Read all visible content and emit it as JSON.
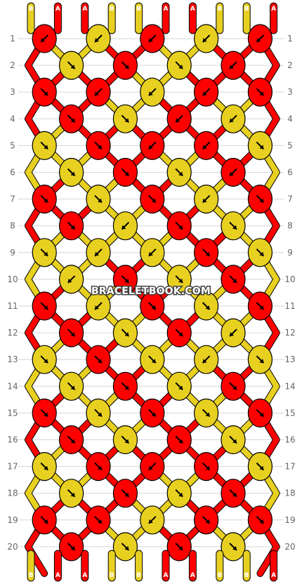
{
  "watermark": "BRACELETBOOK.COM",
  "colors": {
    "A": "#ff0000",
    "B": "#e8d020",
    "outline": "#000000",
    "grid": "#d6d6d6",
    "label": "#666666"
  },
  "top_threads": [
    "B",
    "A",
    "A",
    "B",
    "B",
    "A",
    "A",
    "B",
    "B",
    "A"
  ],
  "bottom_threads": [
    "B",
    "A",
    "A",
    "B",
    "B",
    "A",
    "A",
    "B",
    "B",
    "A"
  ],
  "row_labels": [
    "1",
    "2",
    "3",
    "4",
    "5",
    "6",
    "7",
    "8",
    "9",
    "10",
    "11",
    "12",
    "13",
    "14",
    "15",
    "16",
    "17",
    "18",
    "19",
    "20"
  ],
  "knots": [
    [
      {
        "c": "A",
        "d": "SW"
      },
      {
        "c": "B",
        "d": "SW"
      },
      {
        "c": "A",
        "d": "SW"
      },
      {
        "c": "B",
        "d": "SW"
      },
      {
        "c": "A",
        "d": "SW"
      }
    ],
    [
      {
        "c": "B",
        "d": "SE"
      },
      {
        "c": "A",
        "d": "SE"
      },
      {
        "c": "B",
        "d": "SE"
      },
      {
        "c": "A",
        "d": "SW"
      }
    ],
    [
      {
        "c": "A",
        "d": "SE"
      },
      {
        "c": "A",
        "d": "SW"
      },
      {
        "c": "B",
        "d": "SW"
      },
      {
        "c": "A",
        "d": "SW"
      },
      {
        "c": "A",
        "d": "SE"
      }
    ],
    [
      {
        "c": "A",
        "d": "SE"
      },
      {
        "c": "B",
        "d": "SE"
      },
      {
        "c": "A",
        "d": "SW"
      },
      {
        "c": "B",
        "d": "SW"
      }
    ],
    [
      {
        "c": "B",
        "d": "SE"
      },
      {
        "c": "A",
        "d": "SE"
      },
      {
        "c": "A",
        "d": "SW"
      },
      {
        "c": "A",
        "d": "SW"
      },
      {
        "c": "B",
        "d": "SE"
      }
    ],
    [
      {
        "c": "B",
        "d": "SE"
      },
      {
        "c": "A",
        "d": "SE"
      },
      {
        "c": "B",
        "d": "SE"
      },
      {
        "c": "A",
        "d": "SW"
      }
    ],
    [
      {
        "c": "A",
        "d": "SE"
      },
      {
        "c": "B",
        "d": "SE"
      },
      {
        "c": "A",
        "d": "SE"
      },
      {
        "c": "B",
        "d": "SW"
      },
      {
        "c": "A",
        "d": "SE"
      }
    ],
    [
      {
        "c": "A",
        "d": "SE"
      },
      {
        "c": "B",
        "d": "SW"
      },
      {
        "c": "A",
        "d": "SE"
      },
      {
        "c": "B",
        "d": "SE"
      }
    ],
    [
      {
        "c": "B",
        "d": "SE"
      },
      {
        "c": "B",
        "d": "SW"
      },
      {
        "c": "B",
        "d": "SW"
      },
      {
        "c": "A",
        "d": "SE"
      },
      {
        "c": "B",
        "d": "SE"
      }
    ],
    [
      {
        "c": "B",
        "d": "SW"
      },
      {
        "c": "A",
        "d": "SE"
      },
      {
        "c": "B",
        "d": "SE"
      },
      {
        "c": "A",
        "d": "SE"
      }
    ],
    [
      {
        "c": "A",
        "d": "SE"
      },
      {
        "c": "B",
        "d": "SW"
      },
      {
        "c": "A",
        "d": "SE"
      },
      {
        "c": "B",
        "d": "SE"
      },
      {
        "c": "A",
        "d": "SE"
      }
    ],
    [
      {
        "c": "A",
        "d": "SE"
      },
      {
        "c": "B",
        "d": "SE"
      },
      {
        "c": "A",
        "d": "SE"
      },
      {
        "c": "B",
        "d": "SW"
      }
    ],
    [
      {
        "c": "B",
        "d": "SE"
      },
      {
        "c": "A",
        "d": "SE"
      },
      {
        "c": "B",
        "d": "SE"
      },
      {
        "c": "B",
        "d": "SW"
      },
      {
        "c": "B",
        "d": "SE"
      }
    ],
    [
      {
        "c": "B",
        "d": "SE"
      },
      {
        "c": "A",
        "d": "SE"
      },
      {
        "c": "B",
        "d": "SE"
      },
      {
        "c": "A",
        "d": "SE"
      }
    ],
    [
      {
        "c": "A",
        "d": "SE"
      },
      {
        "c": "B",
        "d": "SE"
      },
      {
        "c": "A",
        "d": "SE"
      },
      {
        "c": "B",
        "d": "SE"
      },
      {
        "c": "A",
        "d": "SE"
      }
    ],
    [
      {
        "c": "A",
        "d": "SE"
      },
      {
        "c": "B",
        "d": "SE"
      },
      {
        "c": "A",
        "d": "SE"
      },
      {
        "c": "B",
        "d": "SE"
      }
    ],
    [
      {
        "c": "B",
        "d": "SE"
      },
      {
        "c": "A",
        "d": "SE"
      },
      {
        "c": "A",
        "d": "SW"
      },
      {
        "c": "A",
        "d": "SE"
      },
      {
        "c": "B",
        "d": "SE"
      }
    ],
    [
      {
        "c": "B",
        "d": "SE"
      },
      {
        "c": "A",
        "d": "SE"
      },
      {
        "c": "B",
        "d": "SE"
      },
      {
        "c": "A",
        "d": "SE"
      }
    ],
    [
      {
        "c": "A",
        "d": "SE"
      },
      {
        "c": "A",
        "d": "SE"
      },
      {
        "c": "B",
        "d": "SW"
      },
      {
        "c": "A",
        "d": "SE"
      },
      {
        "c": "A",
        "d": "SE"
      }
    ],
    [
      {
        "c": "A",
        "d": "SE"
      },
      {
        "c": "B",
        "d": "SE"
      },
      {
        "c": "A",
        "d": "SE"
      },
      {
        "c": "B",
        "d": "SE"
      }
    ]
  ]
}
